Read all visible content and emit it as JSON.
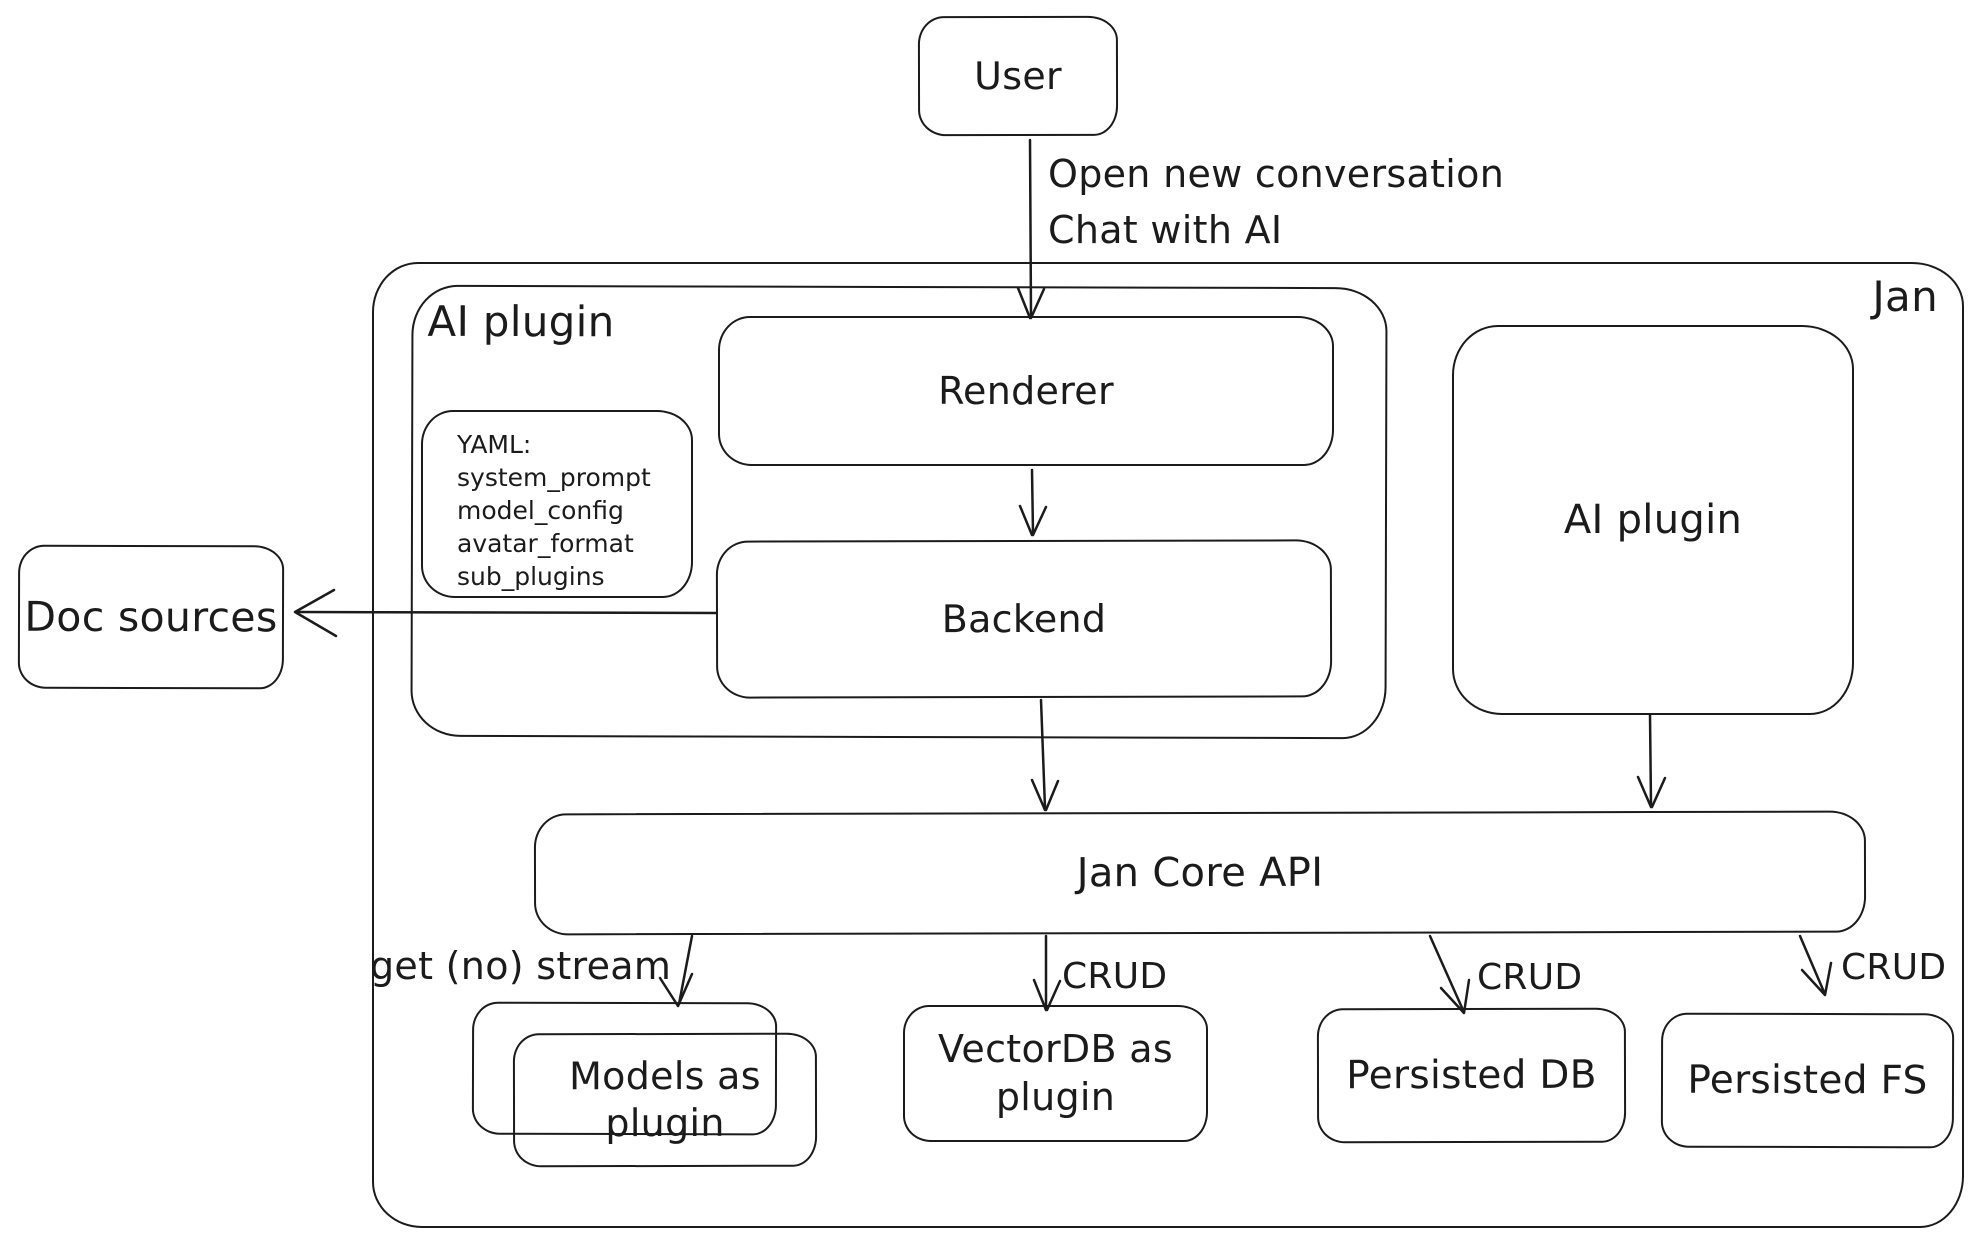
{
  "diagram": {
    "nodes": {
      "user": {
        "label": "User"
      },
      "jan": {
        "label": "Jan"
      },
      "ai_plugin_left": {
        "label": "AI plugin"
      },
      "renderer": {
        "label": "Renderer"
      },
      "backend": {
        "label": "Backend"
      },
      "yaml_note": {
        "title": "YAML:",
        "lines": [
          "system_prompt",
          "model_config",
          "avatar_format",
          "sub_plugins"
        ]
      },
      "doc_sources": {
        "label": "Doc sources"
      },
      "ai_plugin_right": {
        "label": "AI plugin"
      },
      "jan_core_api": {
        "label": "Jan Core API"
      },
      "models_as_plugin": {
        "label": "Models as plugin"
      },
      "vectordb_as_plugin": {
        "label": "VectorDB as plugin"
      },
      "persisted_db": {
        "label": "Persisted DB"
      },
      "persisted_fs": {
        "label": "Persisted FS"
      }
    },
    "edges": {
      "user_to_renderer": {
        "label_line1": "Open new conversation",
        "label_line2": "Chat with AI"
      },
      "jan_core_to_models": {
        "label": "get (no) stream"
      },
      "jan_core_to_vectordb": {
        "label": "CRUD"
      },
      "jan_core_to_persisted_db": {
        "label": "CRUD"
      },
      "jan_core_to_persisted_fs": {
        "label": "CRUD"
      }
    },
    "colors": {
      "stroke": "#1b1b1b",
      "background": "#ffffff"
    }
  }
}
